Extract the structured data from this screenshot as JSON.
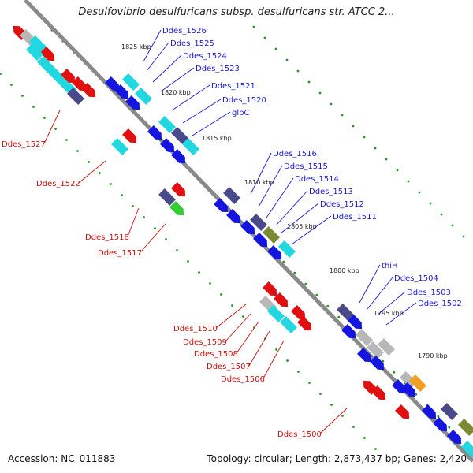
{
  "title": "Desulfovibrio desulfuricans subsp. desulfuricans str. ATCC 2...",
  "footer": {
    "accession": "Accession: NC_011883",
    "summary": "Topology: circular; Length: 2,873,437 bp; Genes: 2,420"
  },
  "scale_ticks": [
    "1825 kbp",
    "1820 kbp",
    "1815 kbp",
    "1810 kbp",
    "1805 kbp",
    "1800 kbp",
    "1795 kbp",
    "1790 kbp"
  ],
  "forward_labels": [
    "Ddes_1526",
    "Ddes_1525",
    "Ddes_1524",
    "Ddes_1523",
    "Ddes_1521",
    "Ddes_1520",
    "glpC",
    "Ddes_1516",
    "Ddes_1515",
    "Ddes_1514",
    "Ddes_1513",
    "Ddes_1512",
    "Ddes_1511",
    "thiH",
    "Ddes_1504",
    "Ddes_1503",
    "Ddes_1502"
  ],
  "reverse_labels": [
    "Ddes_1527",
    "Ddes_1522",
    "Ddes_1518",
    "Ddes_1517",
    "Ddes_1510",
    "Ddes_1509",
    "Ddes_1508",
    "Ddes_1507",
    "Ddes_1506",
    "Ddes_1500"
  ],
  "colors": {
    "backbone": "#8a8a8a",
    "forward_label": "#1a1ad0",
    "reverse_label": "#cc1111",
    "gene_blue": "#1515e0",
    "gene_cyan": "#22d8e0",
    "gene_red": "#e01010",
    "gene_navy": "#4a4a8a",
    "gene_grey": "#b8b8b8",
    "gene_green": "#33cc33",
    "gene_orange": "#f0a020",
    "gene_olive": "#7a8a30",
    "dot_green": "#1f9a1f"
  }
}
